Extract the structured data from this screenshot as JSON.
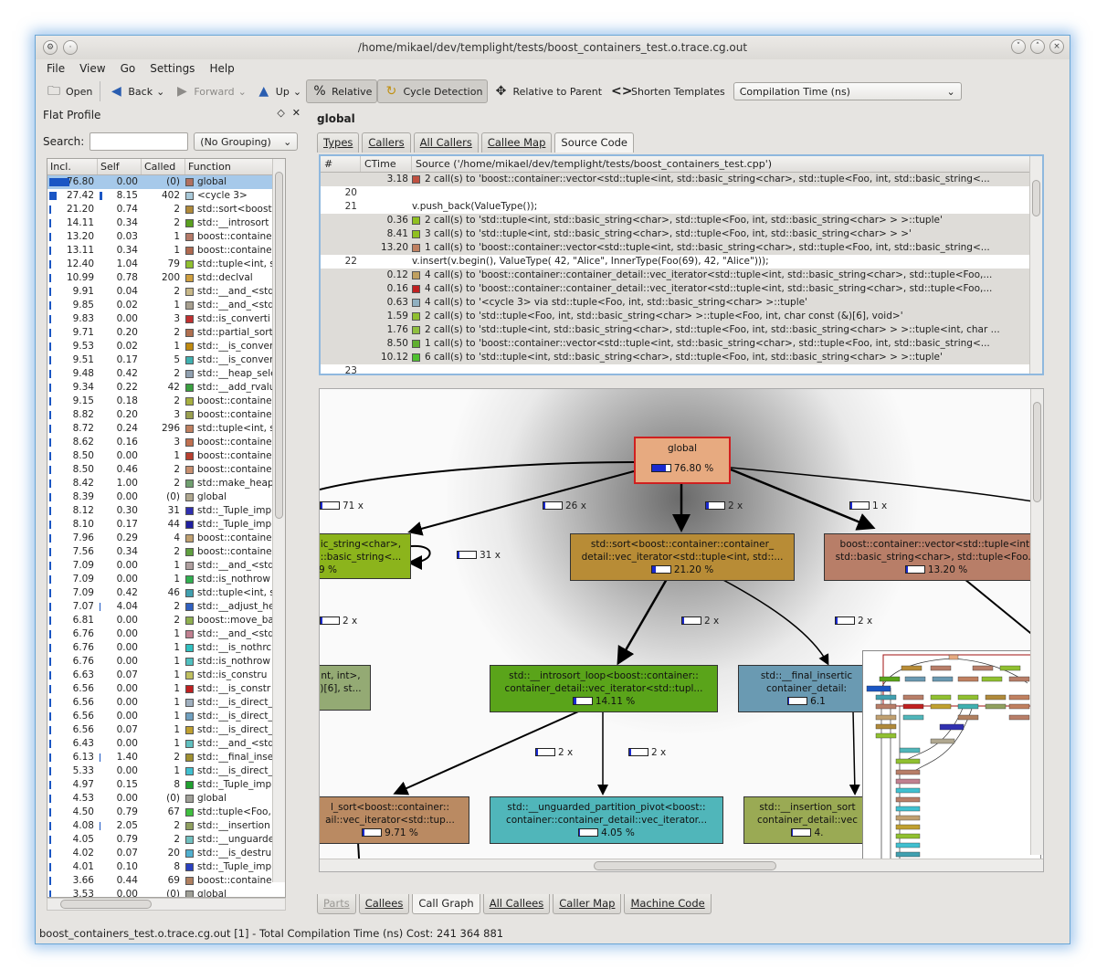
{
  "window": {
    "title": "/home/mikael/dev/templight/tests/boost_containers_test.o.trace.cg.out"
  },
  "menu": [
    "File",
    "View",
    "Go",
    "Settings",
    "Help"
  ],
  "toolbar": {
    "open": "Open",
    "back": "Back",
    "forward": "Forward",
    "up": "Up",
    "relative": "Relative",
    "cycle": "Cycle Detection",
    "relparent": "Relative to Parent",
    "shorten": "Shorten Templates",
    "event": "Compilation Time (ns)"
  },
  "profile": {
    "title": "Flat Profile",
    "search_label": "Search:",
    "grouping": "(No Grouping)",
    "headers": [
      "Incl.",
      "Self",
      "Called",
      "Function"
    ],
    "rows": [
      [
        "76.80",
        "0.00",
        "(0)",
        "global",
        "#b07060",
        1
      ],
      [
        "27.42",
        "8.15",
        "402",
        "<cycle 3>",
        "#a8c8d8",
        0
      ],
      [
        "21.20",
        "0.74",
        "2",
        "std::sort<boost",
        "#b08a3a",
        0
      ],
      [
        "14.11",
        "0.34",
        "2",
        "std::__introsort",
        "#5aa020",
        0
      ],
      [
        "13.20",
        "0.03",
        "1",
        "boost::containe",
        "#b57a68",
        0
      ],
      [
        "13.11",
        "0.34",
        "1",
        "boost::containe",
        "#b06a50",
        0
      ],
      [
        "12.40",
        "1.04",
        "79",
        "std::tuple<int, s",
        "#90c030",
        0
      ],
      [
        "10.99",
        "0.78",
        "200",
        "std::declval",
        "#d0a040",
        0
      ],
      [
        "9.91",
        "0.04",
        "2",
        "std::__and_<std",
        "#c8b888",
        0
      ],
      [
        "9.85",
        "0.02",
        "1",
        "std::__and_<std",
        "#a8a090",
        0
      ],
      [
        "9.83",
        "0.00",
        "3",
        "std::is_converti",
        "#c03030",
        0
      ],
      [
        "9.71",
        "0.20",
        "2",
        "std::partial_sort",
        "#b07050",
        0
      ],
      [
        "9.53",
        "0.02",
        "1",
        "std::__is_conver",
        "#c08a10",
        0
      ],
      [
        "9.51",
        "0.17",
        "5",
        "std::__is_conver",
        "#40b0b0",
        0
      ],
      [
        "9.48",
        "0.42",
        "2",
        "std::__heap_sele",
        "#90a0b0",
        0
      ],
      [
        "9.34",
        "0.22",
        "42",
        "std::__add_rvalu",
        "#3aa040",
        0
      ],
      [
        "9.15",
        "0.18",
        "2",
        "boost::containe",
        "#a8b040",
        0
      ],
      [
        "8.82",
        "0.20",
        "3",
        "boost::containe",
        "#9aa050",
        0
      ],
      [
        "8.72",
        "0.24",
        "296",
        "std::tuple<int, s",
        "#c08060",
        0
      ],
      [
        "8.62",
        "0.16",
        "3",
        "boost::containe",
        "#c07050",
        0
      ],
      [
        "8.50",
        "0.00",
        "1",
        "boost::containe",
        "#b84030",
        0
      ],
      [
        "8.50",
        "0.46",
        "2",
        "boost::containe",
        "#c89070",
        0
      ],
      [
        "8.42",
        "1.00",
        "2",
        "std::make_heap",
        "#70a070",
        0
      ],
      [
        "8.39",
        "0.00",
        "(0)",
        "global",
        "#b0a890",
        0
      ],
      [
        "8.12",
        "0.30",
        "31",
        "std::_Tuple_imp",
        "#3030b0",
        0
      ],
      [
        "8.10",
        "0.17",
        "44",
        "std::_Tuple_imp",
        "#2020a0",
        0
      ],
      [
        "7.96",
        "0.29",
        "4",
        "boost::containe",
        "#c0a070",
        0
      ],
      [
        "7.56",
        "0.34",
        "2",
        "boost::containe",
        "#60a040",
        0
      ],
      [
        "7.09",
        "0.00",
        "1",
        "std::__and_<std",
        "#b0a0a0",
        0
      ],
      [
        "7.09",
        "0.00",
        "1",
        "std::is_nothrow",
        "#30b050",
        0
      ],
      [
        "7.09",
        "0.42",
        "46",
        "std::tuple<int, s",
        "#40a0b0",
        0
      ],
      [
        "7.07",
        "4.04",
        "2",
        "std::__adjust_he",
        "#3060c0",
        0
      ],
      [
        "6.81",
        "0.00",
        "2",
        "boost::move_ba",
        "#90b050",
        0
      ],
      [
        "6.76",
        "0.00",
        "1",
        "std::__and_<std",
        "#c08090",
        0
      ],
      [
        "6.76",
        "0.00",
        "1",
        "std::__is_nothrc",
        "#30c0c0",
        0
      ],
      [
        "6.76",
        "0.00",
        "1",
        "std::is_nothrow",
        "#50c0c0",
        0
      ],
      [
        "6.63",
        "0.07",
        "1",
        "std::is_constru",
        "#c0c060",
        0
      ],
      [
        "6.56",
        "0.00",
        "1",
        "std::__is_constr",
        "#c02020",
        0
      ],
      [
        "6.56",
        "0.00",
        "1",
        "std::__is_direct_",
        "#a0b0c0",
        0
      ],
      [
        "6.56",
        "0.00",
        "1",
        "std::__is_direct_",
        "#70a0c0",
        0
      ],
      [
        "6.56",
        "0.07",
        "1",
        "std::__is_direct_",
        "#c0a030",
        0
      ],
      [
        "6.43",
        "0.00",
        "1",
        "std::__and_<std",
        "#60c0c0",
        0
      ],
      [
        "6.13",
        "1.40",
        "2",
        "std::__final_inse",
        "#a09030",
        0
      ],
      [
        "5.33",
        "0.00",
        "1",
        "std::__is_direct_",
        "#40c0d0",
        0
      ],
      [
        "4.97",
        "0.15",
        "8",
        "std::_Tuple_imp",
        "#20a030",
        0
      ],
      [
        "4.53",
        "0.00",
        "(0)",
        "global",
        "#a0a098",
        0
      ],
      [
        "4.50",
        "0.79",
        "67",
        "std::tuple<Foo,",
        "#40c040",
        0
      ],
      [
        "4.08",
        "2.05",
        "2",
        "std::__insertion",
        "#90a060",
        0
      ],
      [
        "4.05",
        "0.79",
        "2",
        "std::__unguarde",
        "#70c0c0",
        0
      ],
      [
        "4.02",
        "0.07",
        "20",
        "std::__is_destru",
        "#50b0d0",
        0
      ],
      [
        "4.01",
        "0.10",
        "8",
        "std::_Tuple_imp",
        "#2a40c0",
        0
      ],
      [
        "3.66",
        "0.44",
        "69",
        "boost::containe",
        "#b08060",
        0
      ],
      [
        "3.53",
        "0.00",
        "(0)",
        "global",
        "#a0a098",
        0
      ]
    ]
  },
  "main": {
    "title": "global",
    "tabs": [
      "Types",
      "Callers",
      "All Callers",
      "Callee Map",
      "Source Code"
    ],
    "bottom_tabs": [
      "Parts",
      "Callees",
      "Call Graph",
      "All Callees",
      "Caller Map",
      "Machine Code"
    ]
  },
  "source": {
    "headers": [
      "#",
      "CTime",
      "Source ('/home/mikael/dev/templight/tests/boost_containers_test.cpp')"
    ],
    "rows": [
      [
        "",
        "3.18",
        "2 call(s) to 'boost::container::vector<std::tuple<int, std::basic_string<char>, std::tuple<Foo, int, std::basic_string<...",
        "#c05040",
        1
      ],
      [
        "20",
        "",
        "",
        "",
        0
      ],
      [
        "21",
        "",
        "v.push_back(ValueType());",
        "",
        0
      ],
      [
        "",
        "0.36",
        "2 call(s) to 'std::tuple<int, std::basic_string<char>, std::tuple<Foo, int, std::basic_string<char> > >::tuple'",
        "#90c020",
        1
      ],
      [
        "",
        "8.41",
        "3 call(s) to 'std::tuple<int, std::basic_string<char>, std::tuple<Foo, int, std::basic_string<char> > >'",
        "#90c020",
        1
      ],
      [
        "",
        "13.20",
        "1 call(s) to 'boost::container::vector<std::tuple<int, std::basic_string<char>, std::tuple<Foo, int, std::basic_string<...",
        "#c08060",
        1
      ],
      [
        "22",
        "",
        "v.insert(v.begin(), ValueType( 42, \"Alice\", InnerType(Foo(69), 42, \"Alice\")));",
        "",
        0
      ],
      [
        "",
        "0.12",
        "4 call(s) to 'boost::container::container_detail::vec_iterator<std::tuple<int, std::basic_string<char>, std::tuple<Foo,...",
        "#c0a060",
        1
      ],
      [
        "",
        "0.16",
        "4 call(s) to 'boost::container::container_detail::vec_iterator<std::tuple<int, std::basic_string<char>, std::tuple<Foo,...",
        "#c02020",
        1
      ],
      [
        "",
        "0.63",
        "4 call(s) to '<cycle 3> via std::tuple<Foo, int, std::basic_string<char> >::tuple'",
        "#90b0c0",
        1
      ],
      [
        "",
        "1.59",
        "2 call(s) to 'std::tuple<Foo, int, std::basic_string<char> >::tuple<Foo, int, char const (&)[6], void>'",
        "#90c030",
        1
      ],
      [
        "",
        "1.76",
        "2 call(s) to 'std::tuple<int, std::basic_string<char>, std::tuple<Foo, int, std::basic_string<char> > >::tuple<int, char ...",
        "#90c040",
        1
      ],
      [
        "",
        "8.50",
        "1 call(s) to 'boost::container::vector<std::tuple<int, std::basic_string<char>, std::tuple<Foo, int, std::basic_string<...",
        "#60b030",
        1
      ],
      [
        "",
        "10.12",
        "6 call(s) to 'std::tuple<int, std::basic_string<char>, std::tuple<Foo, int, std::basic_string<char> > >::tuple'",
        "#50c030",
        1
      ],
      [
        "23",
        "",
        "",
        "",
        0
      ]
    ]
  },
  "graph": {
    "global": {
      "name": "global",
      "pct": "76.80 %",
      "fill": 0.77
    },
    "n1": {
      "l1": "ic_string<char>,",
      "l2": "::basic_string<...",
      "pct": "9 %"
    },
    "n2": {
      "l1": "std::sort<boost::container::container_",
      "l2": "detail::vec_iterator<std::tuple<int, std::...",
      "pct": "21.20 %",
      "fill": 0.21
    },
    "n3": {
      "l1": "boost::container::vector<std::tuple<int,",
      "l2": "std::basic_string<char>, std::tuple<Foo...",
      "pct": "13.20 %",
      "fill": 0.13
    },
    "n4": {
      "l1": "nt, int>,",
      "l2": ")[6], st..."
    },
    "n5": {
      "l1": "std::__introsort_loop<boost::container::",
      "l2": "container_detail::vec_iterator<std::tupl...",
      "pct": "14.11 %",
      "fill": 0.14
    },
    "n6": {
      "l1": "std::__final_insertic",
      "l2": "container_detail:",
      "pct": "6.1"
    },
    "n7": {
      "l1": "l_sort<boost::container::",
      "l2": "ail::vec_iterator<std::tup...",
      "pct": "9.71 %",
      "fill": 0.1
    },
    "n8": {
      "l1": "std::__unguarded_partition_pivot<boost::",
      "l2": "container::container_detail::vec_iterator...",
      "pct": "4.05 %",
      "fill": 0.04
    },
    "n9": {
      "l1": "std::__insertion_sort",
      "l2": "container_detail::vec",
      "pct": "4."
    },
    "edges": [
      "71 x",
      "26 x",
      "2 x",
      "1 x",
      "31 x",
      "2 x",
      "2 x",
      "2 x",
      "2 x",
      "2 x",
      "2 x"
    ]
  },
  "status": "boost_containers_test.o.trace.cg.out [1] - Total Compilation Time (ns) Cost: 241 364 881"
}
